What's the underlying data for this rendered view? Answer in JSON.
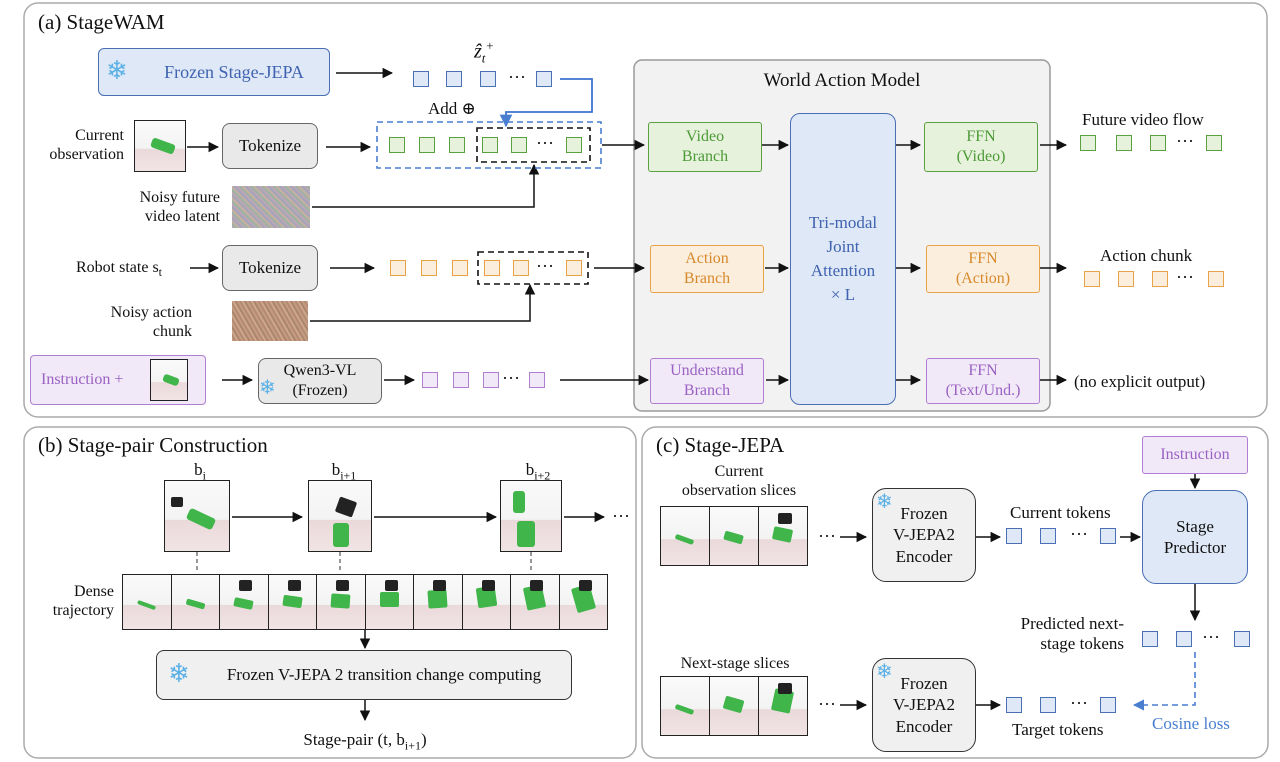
{
  "panel_a": {
    "title": "(a) StageWAM",
    "frozen_stage_jepa": "Frozen Stage-JEPA",
    "z_hat": "ẑ",
    "z_sub": "t",
    "z_sup": "+",
    "add_label": "Add ⊕",
    "current_observation": "Current\nobservation",
    "tokenize": "Tokenize",
    "noisy_future_video_latent": "Noisy future\nvideo latent",
    "robot_state": "Robot state s",
    "robot_state_sub": "t",
    "noisy_action_chunk": "Noisy action\nchunk",
    "instruction_plus": "Instruction +",
    "qwen": "Qwen3-VL\n(Frozen)",
    "world_action_model": "World Action Model",
    "video_branch": "Video\nBranch",
    "action_branch": "Action\nBranch",
    "understand_branch": "Understand\nBranch",
    "tri_modal": "Tri-modal\nJoint\nAttention\n× L",
    "ffn_video": "FFN\n(Video)",
    "ffn_action": "FFN\n(Action)",
    "ffn_text": "FFN\n(Text/Und.)",
    "future_video_flow": "Future video flow",
    "action_chunk": "Action chunk",
    "no_explicit_output": "(no explicit output)",
    "ellipsis": "···"
  },
  "panel_b": {
    "title": "(b) Stage-pair Construction",
    "b_i": "b",
    "b_i_sub": "i",
    "b_i1_sub": "i+1",
    "b_i2_sub": "i+2",
    "dense_trajectory": "Dense\ntrajectory",
    "frozen_vjepa": "Frozen V-JEPA 2 transition change computing",
    "stage_pair": "Stage-pair (t, b",
    "stage_pair_sub": "i+1",
    "stage_pair_close": ")",
    "ellipsis": "···"
  },
  "panel_c": {
    "title": "(c) Stage-JEPA",
    "current_observation_slices": "Current\nobservation slices",
    "next_stage_slices": "Next-stage slices",
    "encoder": "Frozen\nV-JEPA2\nEncoder",
    "current_tokens": "Current tokens",
    "instruction": "Instruction",
    "stage_predictor": "Stage\nPredictor",
    "predicted_next_stage_tokens": "Predicted next-\nstage tokens",
    "target_tokens": "Target tokens",
    "cosine_loss": "Cosine loss",
    "ellipsis": "···"
  },
  "colors": {
    "green": "#5aa041",
    "orange": "#e7a24a",
    "purple": "#b07fd1",
    "blue": "#4a6fb5",
    "snowflake": "#5ab0e6"
  }
}
